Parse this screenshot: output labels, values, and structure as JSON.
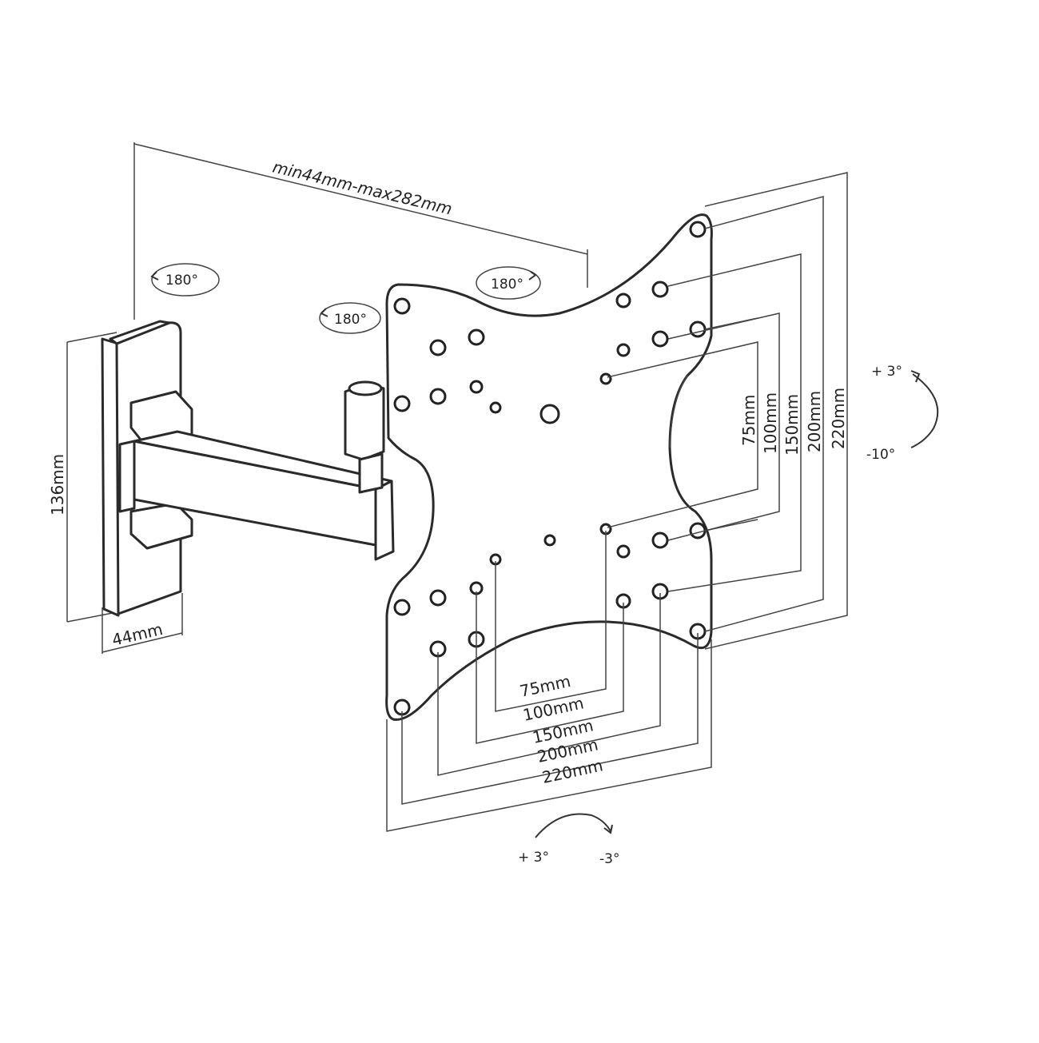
{
  "depth_range": "min44mm-max282mm",
  "wall_plate": {
    "height": "136mm",
    "depth": "44mm"
  },
  "rotations": {
    "left": "180°",
    "top": "180°",
    "middle": "180°"
  },
  "vesa_vertical": [
    "75mm",
    "100mm",
    "150mm",
    "200mm",
    "220mm"
  ],
  "vesa_horizontal": [
    "75mm",
    "100mm",
    "150mm",
    "200mm",
    "220mm"
  ],
  "tilt": {
    "up": "+ 3°",
    "down": "-10°"
  },
  "swivel": {
    "left": "+ 3°",
    "right": "-3°"
  }
}
